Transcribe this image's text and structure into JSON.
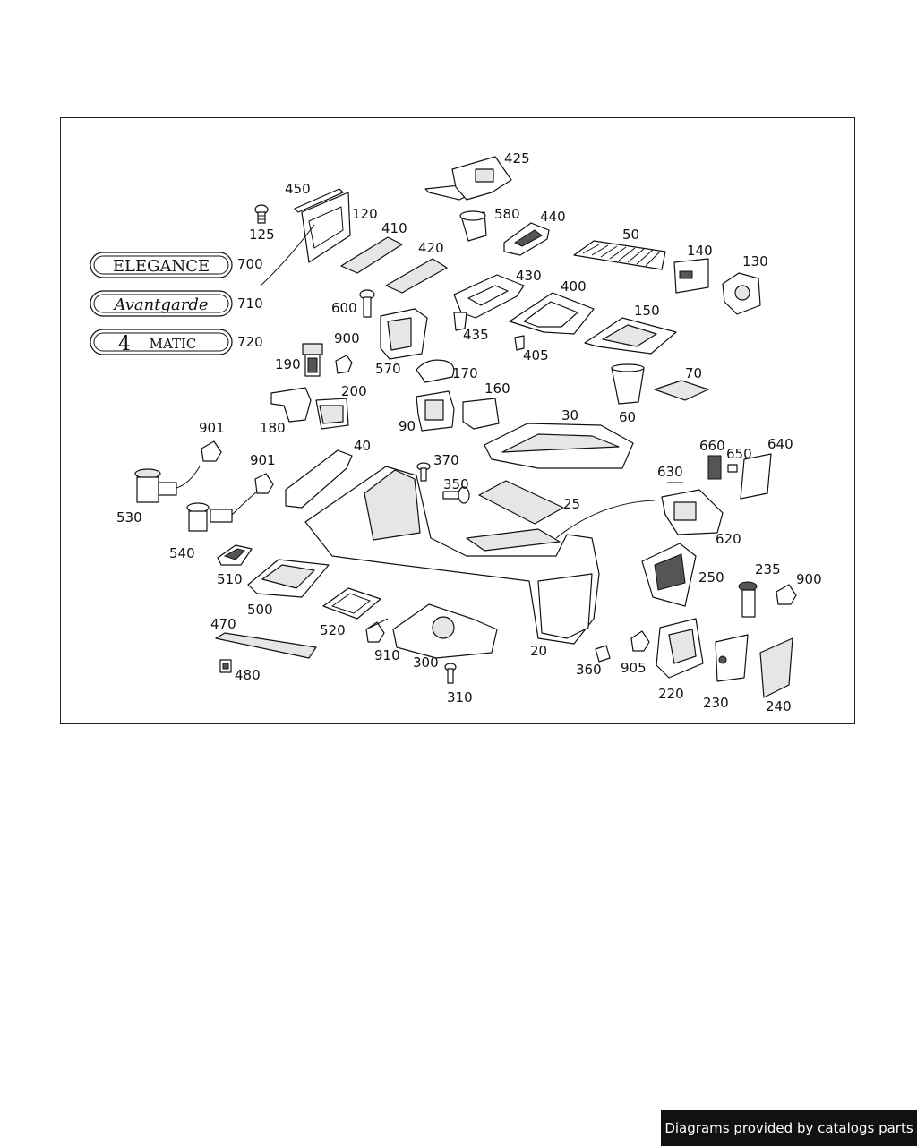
{
  "credit": "Diagrams provided by catalogs parts",
  "badges": {
    "elegance": "ELEGANCE",
    "avantgarde": "Avantgarde",
    "matic_num": "4",
    "matic_word": "MATIC"
  },
  "callouts": {
    "c425": "425",
    "c450": "450",
    "c120": "120",
    "c125": "125",
    "c410": "410",
    "c580": "580",
    "c440": "440",
    "c420": "420",
    "c50": "50",
    "c140": "140",
    "c130": "130",
    "c700": "700",
    "c710": "710",
    "c720": "720",
    "c600": "600",
    "c430": "430",
    "c400": "400",
    "c150": "150",
    "c435": "435",
    "c405": "405",
    "c900a": "900",
    "c190": "190",
    "c570": "570",
    "c170": "170",
    "c70": "70",
    "c200": "200",
    "c160": "160",
    "c180": "180",
    "c90": "90",
    "c60": "60",
    "c30": "30",
    "c901a": "901",
    "c40": "40",
    "c660": "660",
    "c650": "650",
    "c640": "640",
    "c901b": "901",
    "c370": "370",
    "c630": "630",
    "c350": "350",
    "c25": "25",
    "c530": "530",
    "c540": "540",
    "c620": "620",
    "c510": "510",
    "c235": "235",
    "c900b": "900",
    "c250": "250",
    "c500": "500",
    "c470": "470",
    "c520": "520",
    "c910": "910",
    "c300": "300",
    "c20": "20",
    "c360": "360",
    "c905": "905",
    "c480": "480",
    "c310": "310",
    "c220": "220",
    "c230": "230",
    "c240": "240"
  }
}
